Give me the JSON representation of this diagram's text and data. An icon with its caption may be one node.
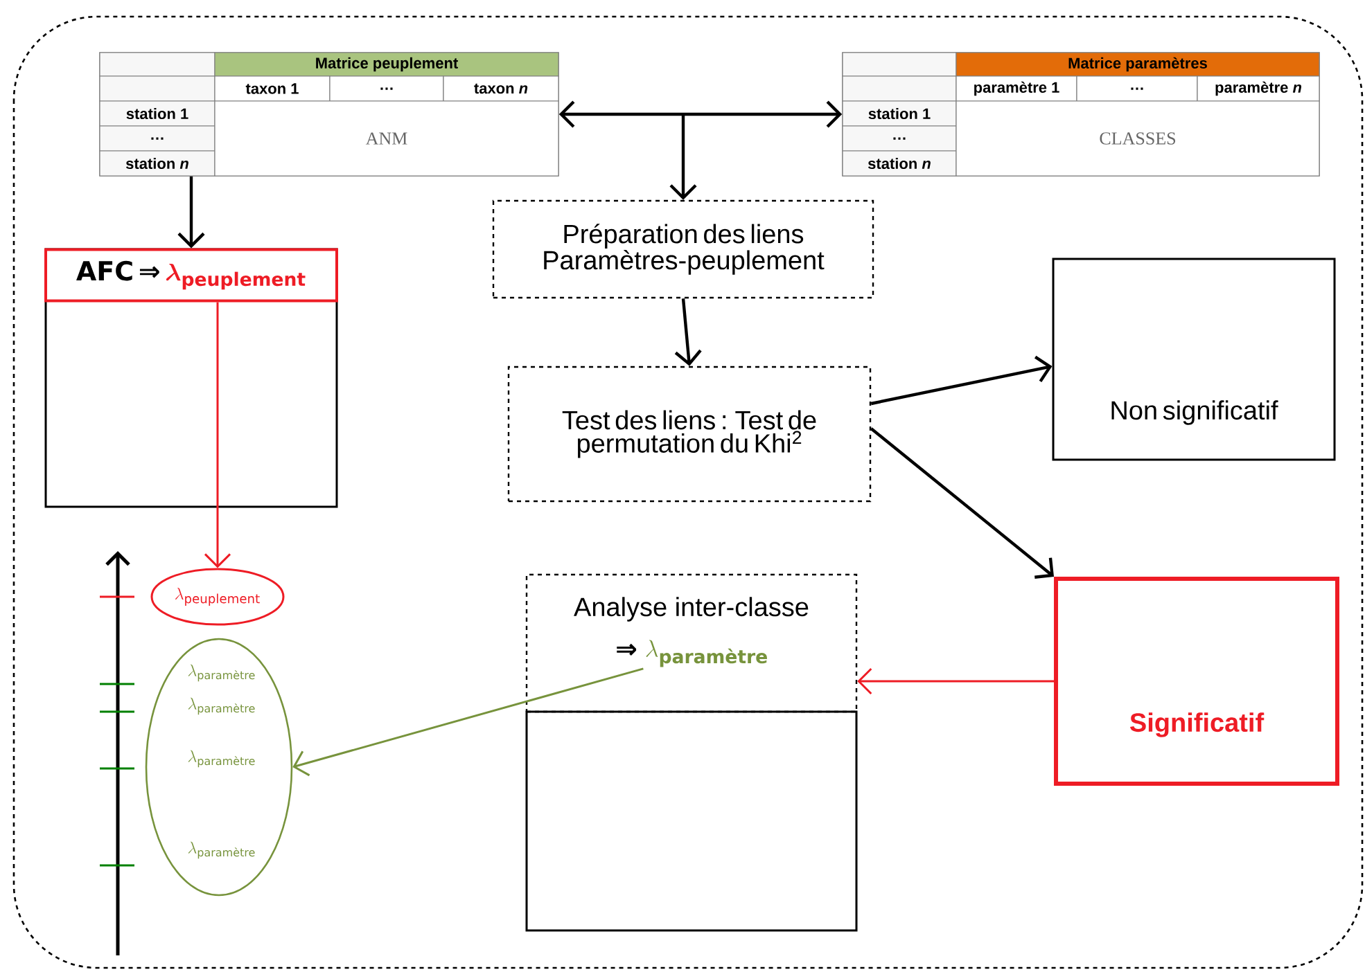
{
  "diagram": {
    "nodes": [
      {
        "text": [
          "Matrice peuplement",
          "taxon 1",
          "…",
          "taxon *n*",
          "station 1",
          "…",
          "station *n*",
          "ANM"
        ]
      },
      {
        "text": [
          "Matrice paramètres",
          "paramètre 1",
          "…",
          "paramètre *n*",
          "station 1",
          "…",
          "station *n*",
          "CLASSES"
        ]
      },
      {
        "text": [
          "Préparation des liens Paramètres-peuplement"
        ]
      },
      {
        "text": [
          "Test des liens : Test de permutation du Khi$^{2}$"
        ]
      },
      {
        "text": [
          "Non significatif"
        ]
      },
      {
        "text": [
          "Significatif"
        ]
      },
      {
        "text": [],
        "shape": "box"
      },
      {
        "text": [
          "AFC ⇒",
          "\\lambda_{\\text{peuplement}}"
        ],
        "in": 6
      },
      {
        "text": [
          "\\lambda_{\\text{peuplement}}"
        ]
      },
      {
        "text": [
          "\\lambda_{\\text{paramètre}}",
          "\\lambda_{\\text{paramètre}}",
          "\\lambda_{\\text{paramètre}}",
          "\\lambda_{\\text{paramètre}}"
        ]
      },
      {
        "text": [
          "Analyse inter-classe",
          "⇒",
          "\\lambda_{\\text{paramètre}}"
        ]
      },
      {
        "text": [],
        "shape": "box"
      }
    ],
    "edges": [
      {
        "from": 0,
        "to": 1,
        "arrow": "both"
      },
      {
        "from": null,
        "to": 2,
        "arrow": "to"
      },
      {
        "from": 0,
        "to": 7,
        "arrow": "to"
      },
      {
        "from": 2,
        "to": 3,
        "arrow": "to"
      },
      {
        "from": 3,
        "to": 4,
        "arrow": "to"
      },
      {
        "from": 3,
        "to": 5,
        "arrow": "to"
      },
      {
        "from": 5,
        "to": 10,
        "arrow": "to",
        "color": "#ee1c25"
      },
      {
        "from": 7,
        "to": 8,
        "arrow": "to",
        "color": "#ee1c25"
      },
      {
        "from": 10,
        "to": 9,
        "arrow": "to",
        "color": "#77933c"
      }
    ]
  }
}
